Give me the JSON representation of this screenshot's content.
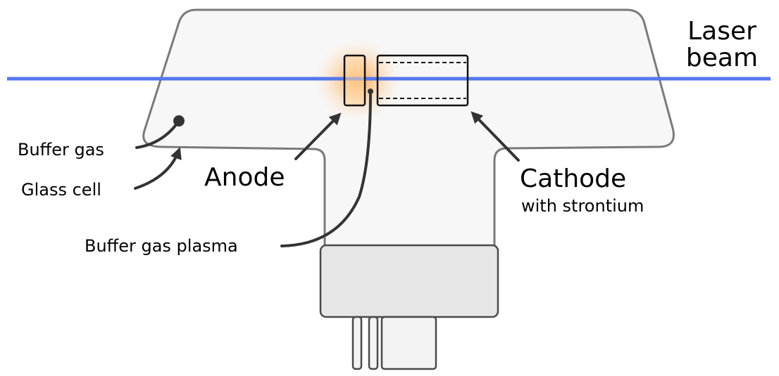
{
  "labels": {
    "laser_beam_line1": "Laser",
    "laser_beam_line2": "beam",
    "buffer_gas": "Buffer gas",
    "glass_cell": "Glass cell",
    "anode": "Anode",
    "cathode": "Cathode",
    "cathode_sub": "with strontium",
    "buffer_gas_plasma": "Buffer gas plasma"
  },
  "colors": {
    "laser_beam": "#5577ee",
    "glass_fill": "#f7f7f7",
    "glass_stroke": "#7a7a7a",
    "base_fill": "#e6e6e6",
    "plasma_glow": "#ff9a2e",
    "leader": "#333333"
  }
}
